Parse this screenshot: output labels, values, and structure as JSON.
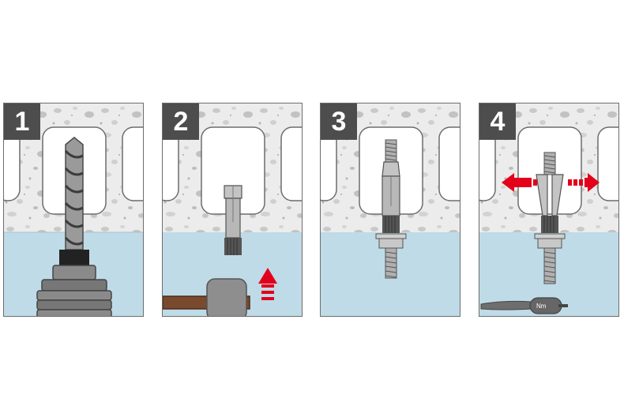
{
  "colors": {
    "concrete": "#ececec",
    "aggregate": "#c9c9c9",
    "water": "#bfdbe7",
    "border": "#6d6d6d",
    "badge": "#4d4d4d",
    "arrow": "#e3001b",
    "steel": "#b8b8b8",
    "handle": "#7a4a2e"
  },
  "steps": [
    {
      "number": "1",
      "icon": "drill-icon"
    },
    {
      "number": "2",
      "icon": "hammer-icon"
    },
    {
      "number": "3",
      "icon": "threaded-rod-icon"
    },
    {
      "number": "4",
      "icon": "torque-wrench-icon",
      "torque_label": "Nm"
    }
  ]
}
